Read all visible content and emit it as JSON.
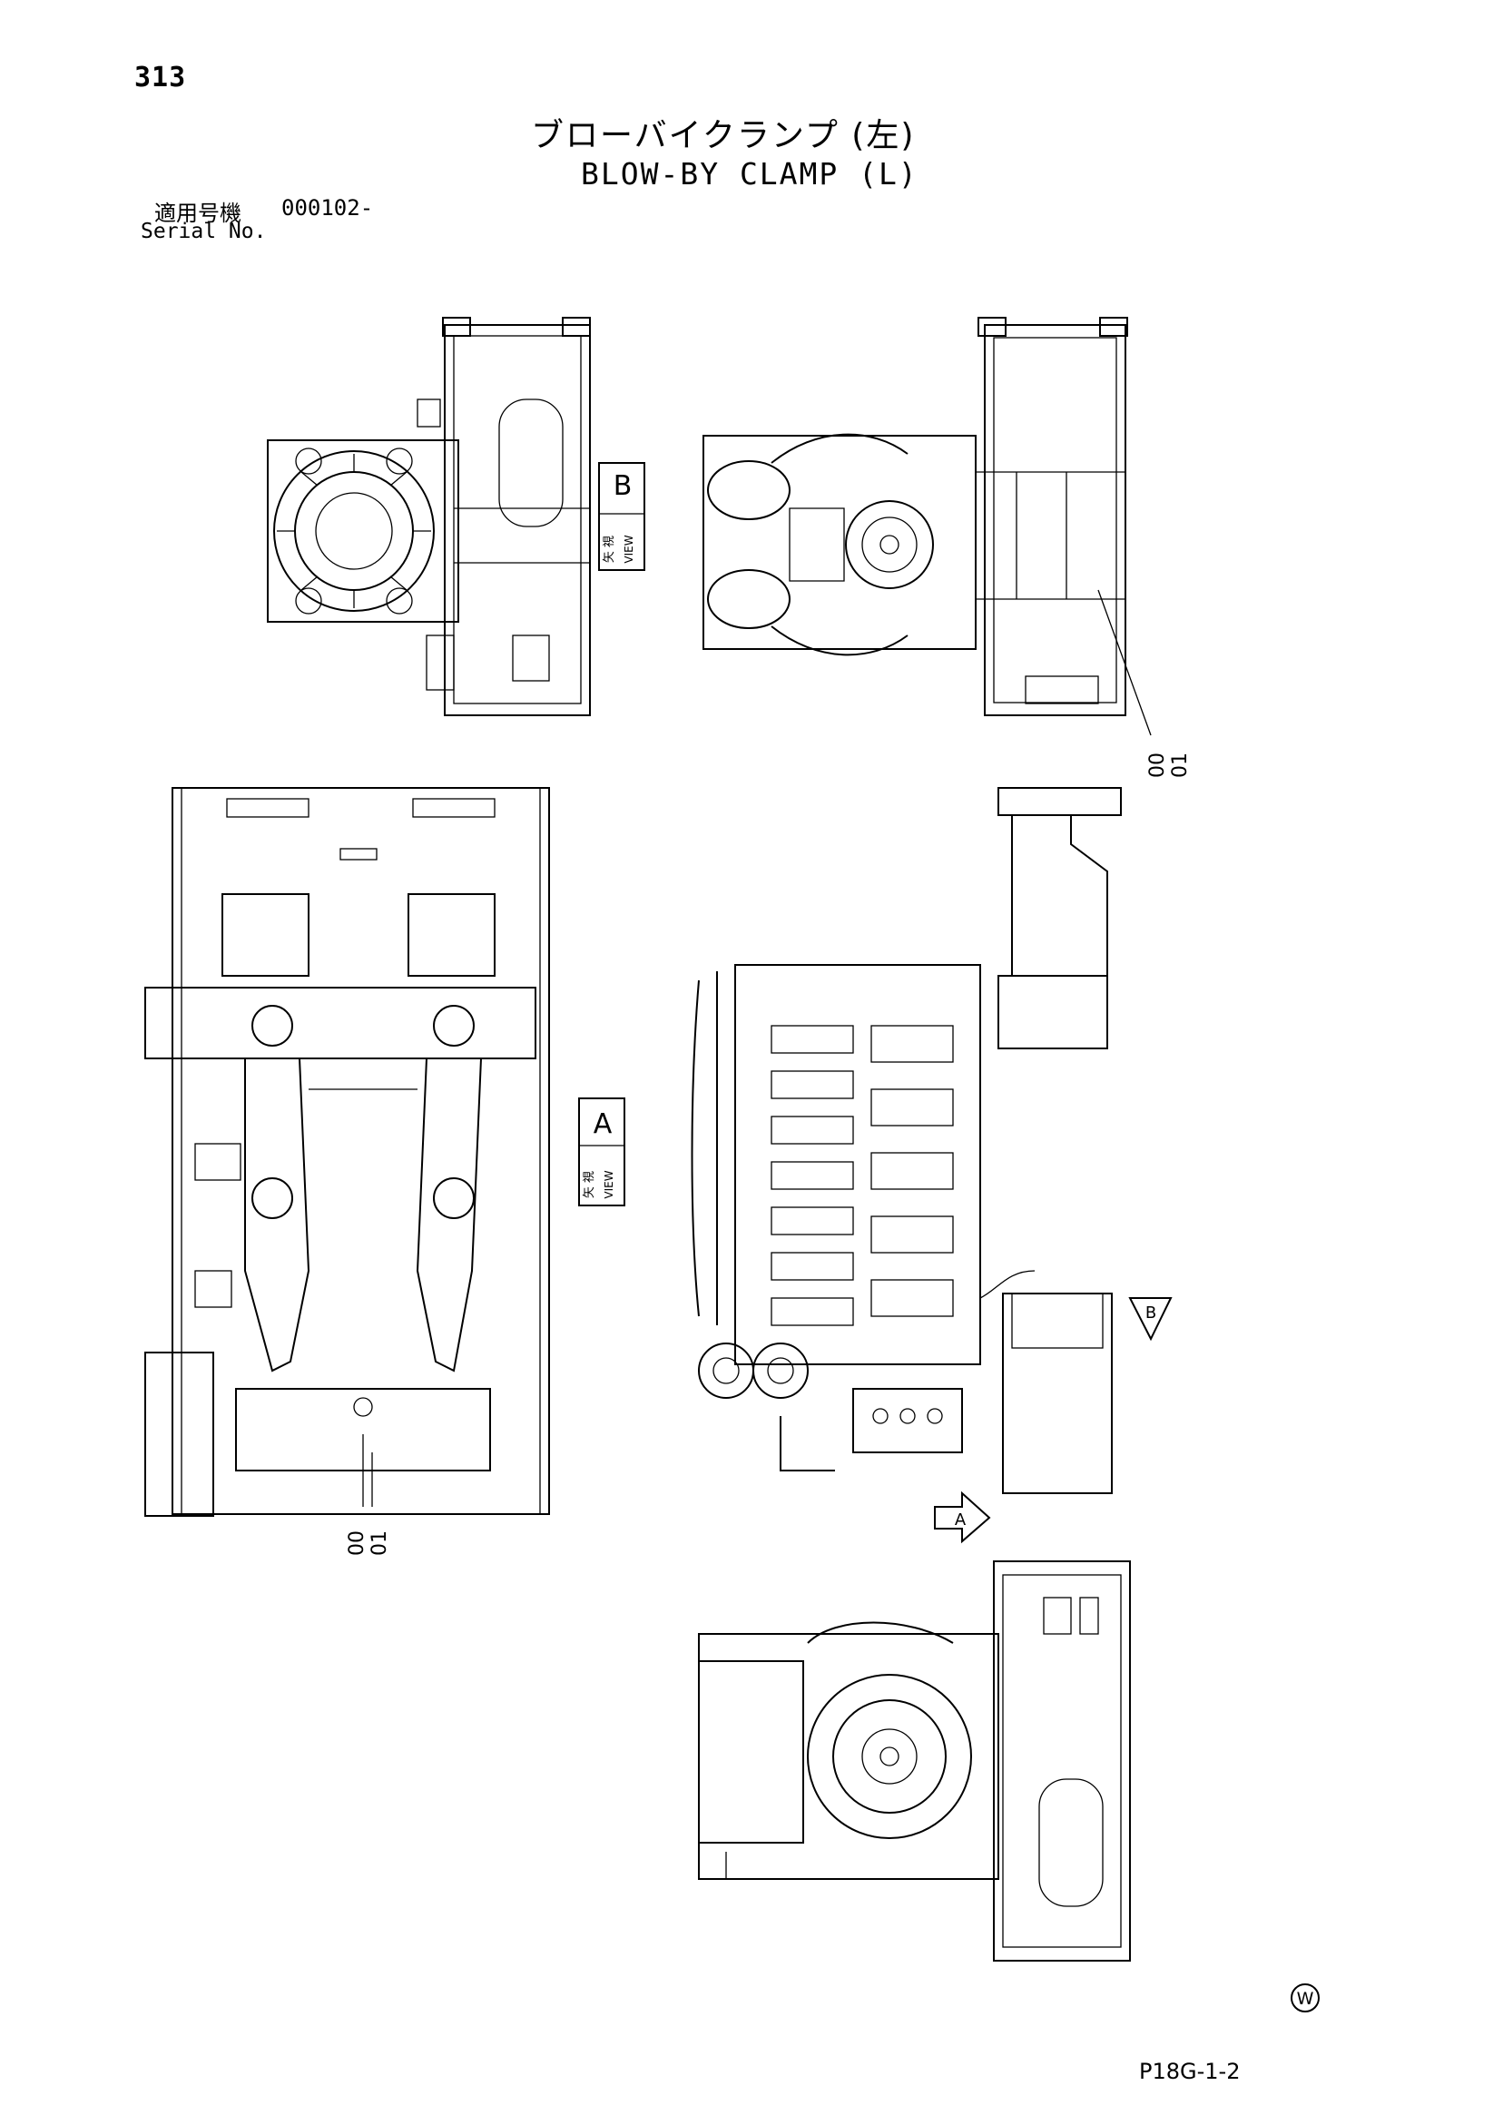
{
  "page": {
    "number": "313",
    "title_jp": "ブローバイクランプ (左)",
    "title_en": "BLOW-BY CLAMP (L)",
    "serial_label_jp": "適用号機",
    "serial_value": "000102-",
    "serial_label_en": "Serial No.",
    "footer_code": "P18G-1-2",
    "corner_mark": "W"
  },
  "views": {
    "view_b": {
      "kanji": "矢 視",
      "word": "VIEW",
      "letter": "B"
    },
    "view_a": {
      "kanji": "矢 視",
      "word": "VIEW",
      "letter": "A"
    }
  },
  "callouts": {
    "top_right": {
      "line1": "00",
      "line2": "01"
    },
    "left": {
      "line1": "00",
      "line2": "01"
    }
  },
  "arrows": {
    "b": "B",
    "a": "A"
  }
}
